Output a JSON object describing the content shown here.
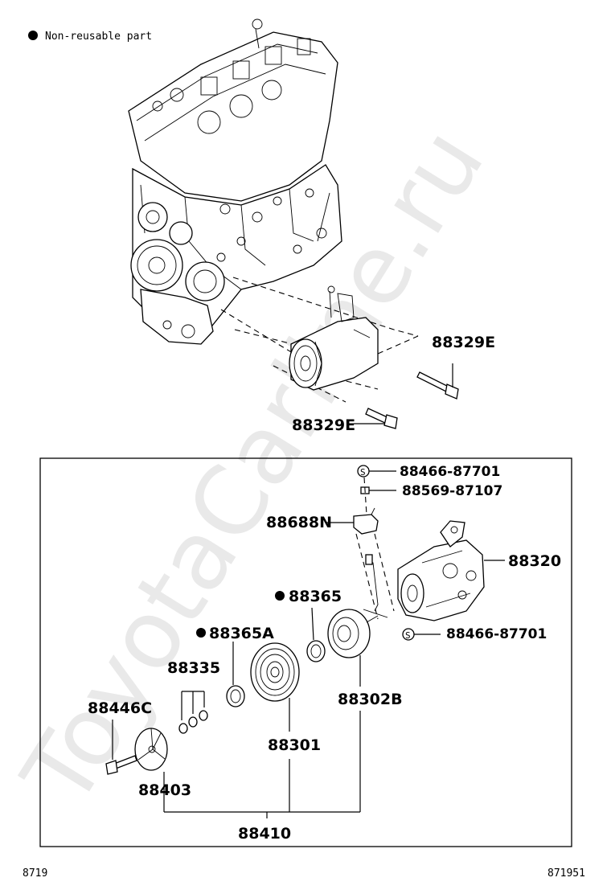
{
  "legend": {
    "symbol": "●",
    "text": "Non-reusable part"
  },
  "watermark": "ToyotaCarline.ru",
  "upper_labels": {
    "bolt_right": "88329E",
    "bolt_lower": "88329E"
  },
  "detail_labels": {
    "s_top": "S",
    "screw_top": "88466-87701",
    "plug": "88569-87107",
    "connector": "88688N",
    "compressor": "88320",
    "s_bottom": "S",
    "screw_bottom": "88466-87701",
    "ring_1": "88365",
    "ring_2": "88365A",
    "shims": "88335",
    "pulley": "88301",
    "stator": "88302B",
    "bolt": "88446C",
    "hub": "88403",
    "clutch_assy": "88410"
  },
  "non_reusable_marks": {
    "ring_1": "●",
    "ring_2": "●"
  },
  "footer": {
    "left_code": "8719",
    "right_code": "871951"
  }
}
